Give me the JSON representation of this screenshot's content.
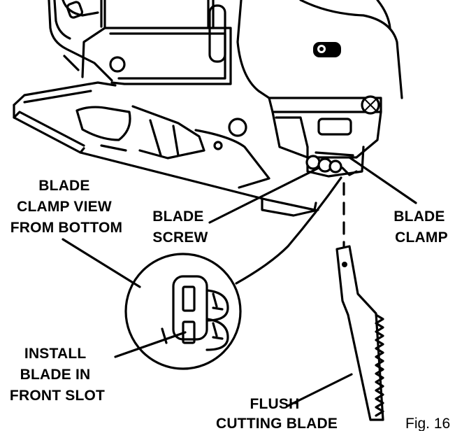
{
  "labels": {
    "blade_clamp_view": [
      "BLADE",
      "CLAMP VIEW",
      "FROM BOTTOM"
    ],
    "blade_screw": [
      "BLADE",
      "SCREW"
    ],
    "blade_clamp": [
      "BLADE",
      "CLAMP"
    ],
    "install_blade": [
      "INSTALL",
      "BLADE IN",
      "FRONT SLOT"
    ],
    "flush_cutting_blade": [
      "FLUSH",
      "CUTTING BLADE"
    ]
  },
  "figure_caption": "Fig. 16"
}
